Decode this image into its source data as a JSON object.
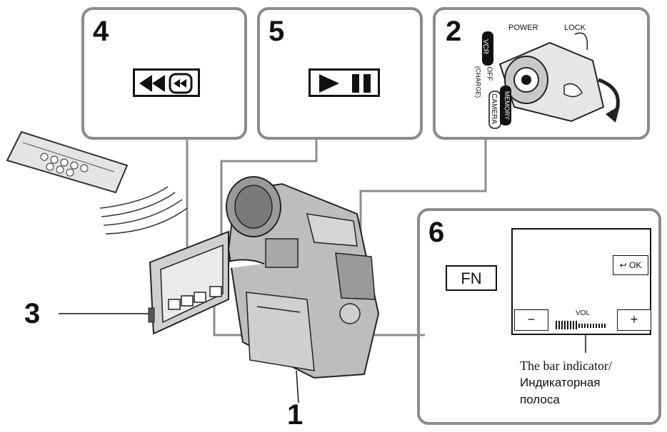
{
  "steps": {
    "s1": "1",
    "s2": "2",
    "s3": "3",
    "s4": "4",
    "s5": "5",
    "s6": "6"
  },
  "power_switch": {
    "power": "POWER",
    "lock": "LOCK",
    "vcr": "VCR",
    "off": "OFF",
    "charge": "(CHARGE)",
    "camera": "CAMERA",
    "memory": "MEMORY"
  },
  "screen": {
    "fn_label": "FN",
    "ok_label": "OK",
    "minus_label": "−",
    "plus_label": "+",
    "vol_label": "VOL"
  },
  "caption": {
    "line1": "The bar indicator/",
    "line2": "Индикаторная",
    "line3": "полоса"
  },
  "icons": {
    "rewind": "rewind-icon",
    "play": "play-icon",
    "pause": "pause-icon",
    "return": "return-arrow-icon"
  }
}
